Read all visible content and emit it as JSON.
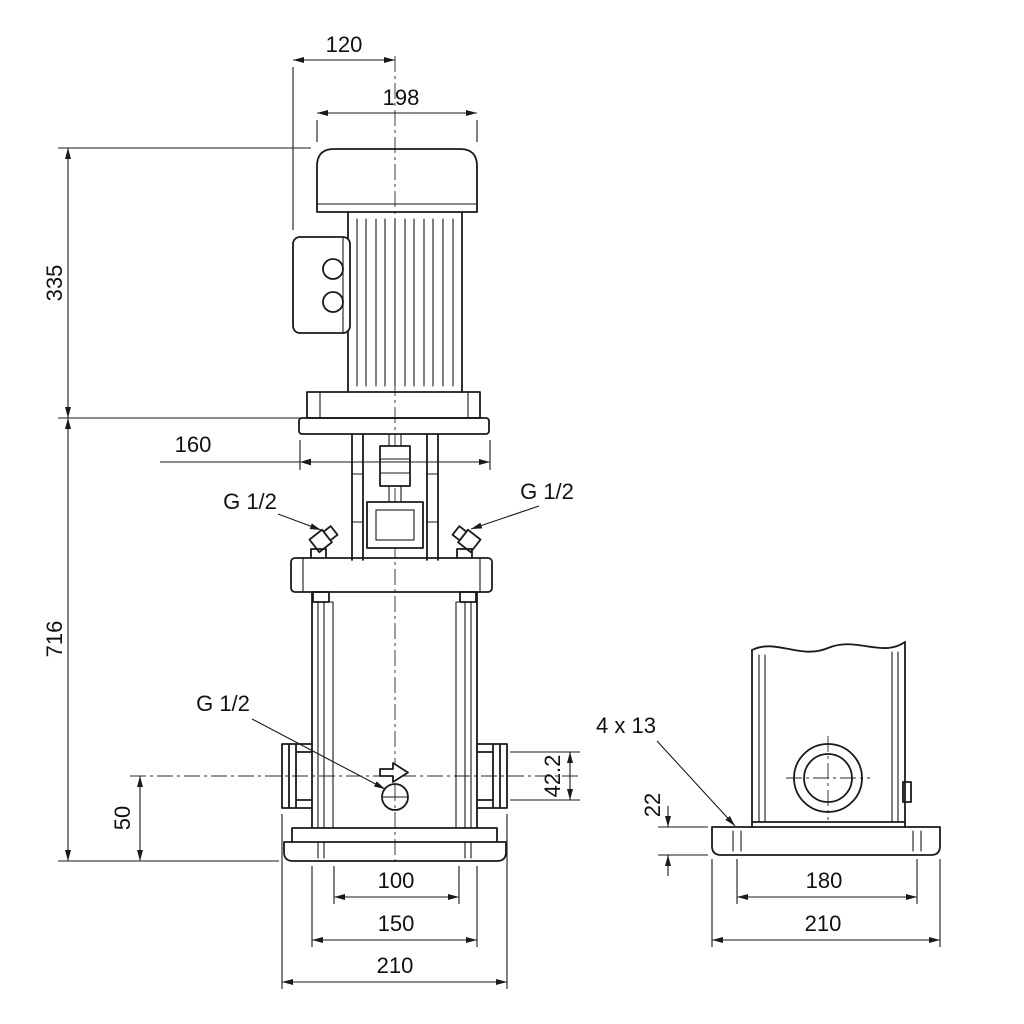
{
  "colors": {
    "line": "#1a1a1a",
    "background": "#ffffff"
  },
  "front_view": {
    "dim_terminal_box_to_center": "120",
    "dim_motor_width": "198",
    "dim_motor_height": "335",
    "dim_stool_width": "160",
    "dim_total_height": "716",
    "label_vent_plug_left": "G 1/2",
    "label_vent_plug_right": "G 1/2",
    "label_drain_plug": "G 1/2",
    "dim_port_height": "50",
    "dim_port_bore": "42.2",
    "dim_inner_span": "100",
    "dim_sleeve_span": "150",
    "dim_overall_width": "210"
  },
  "side_view": {
    "label_base_holes": "4 x 13",
    "dim_base_thickness": "22",
    "dim_hole_spacing": "180",
    "dim_base_width": "210"
  }
}
